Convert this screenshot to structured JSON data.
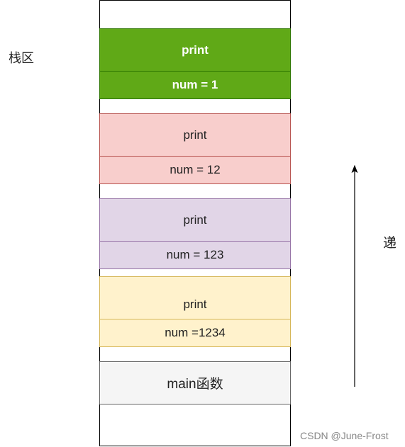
{
  "stack_area_label": "栈区",
  "direction_label": "递",
  "watermark": "CSDN @June-Frost",
  "frames": [
    {
      "top": "print",
      "bottom": "num = 1"
    },
    {
      "top": "print",
      "bottom": "num = 12"
    },
    {
      "top": "print",
      "bottom": "num = 123"
    },
    {
      "top": "print",
      "bottom": "num =1234"
    }
  ],
  "main_frame": "main函数",
  "colors": {
    "frame_1": "#60a917",
    "frame_2": "#f8cecc",
    "frame_3": "#e1d5e7",
    "frame_4": "#fff2cc",
    "main": "#f5f5f5"
  }
}
